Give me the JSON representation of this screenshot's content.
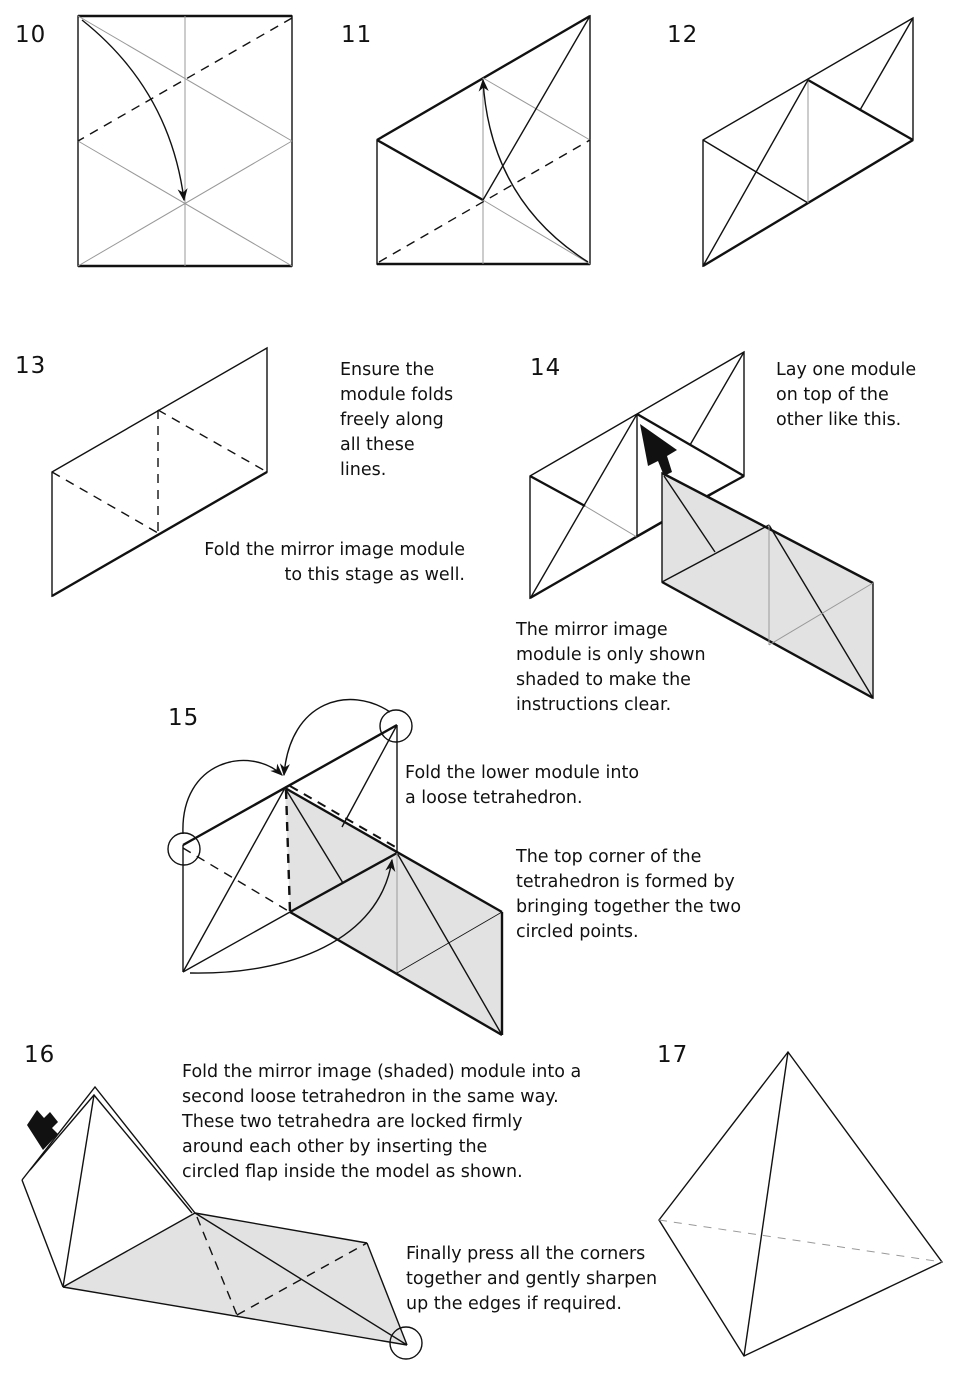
{
  "steps": [
    {
      "number": "10"
    },
    {
      "number": "11"
    },
    {
      "number": "12"
    },
    {
      "number": "13",
      "note": "Ensure the\nmodule folds\nfreely along\nall these\nlines.",
      "note2": "Fold the mirror image module\nto this stage as well."
    },
    {
      "number": "14",
      "note": "Lay one module\non top of the\nother like this.",
      "note2": "The mirror image\nmodule is only shown\nshaded to make the\ninstructions clear."
    },
    {
      "number": "15",
      "note": "Fold the lower module into\na loose tetrahedron.",
      "note2": "The top corner of the\ntetrahedron is formed by\nbringing together the two\ncircled points."
    },
    {
      "number": "16",
      "note": "Fold the mirror image (shaded) module into a\nsecond loose tetrahedron in the same way.\nThese two tetrahedra are locked firmly\naround each other by inserting the\ncircled flap inside the model as shown.",
      "note2": "Finally press all the corners\ntogether and gently sharpen\nup the edges if required."
    },
    {
      "number": "17"
    }
  ],
  "colors": {
    "line": "#111111",
    "crease": "#999999",
    "shade": "#e2e2e2"
  }
}
